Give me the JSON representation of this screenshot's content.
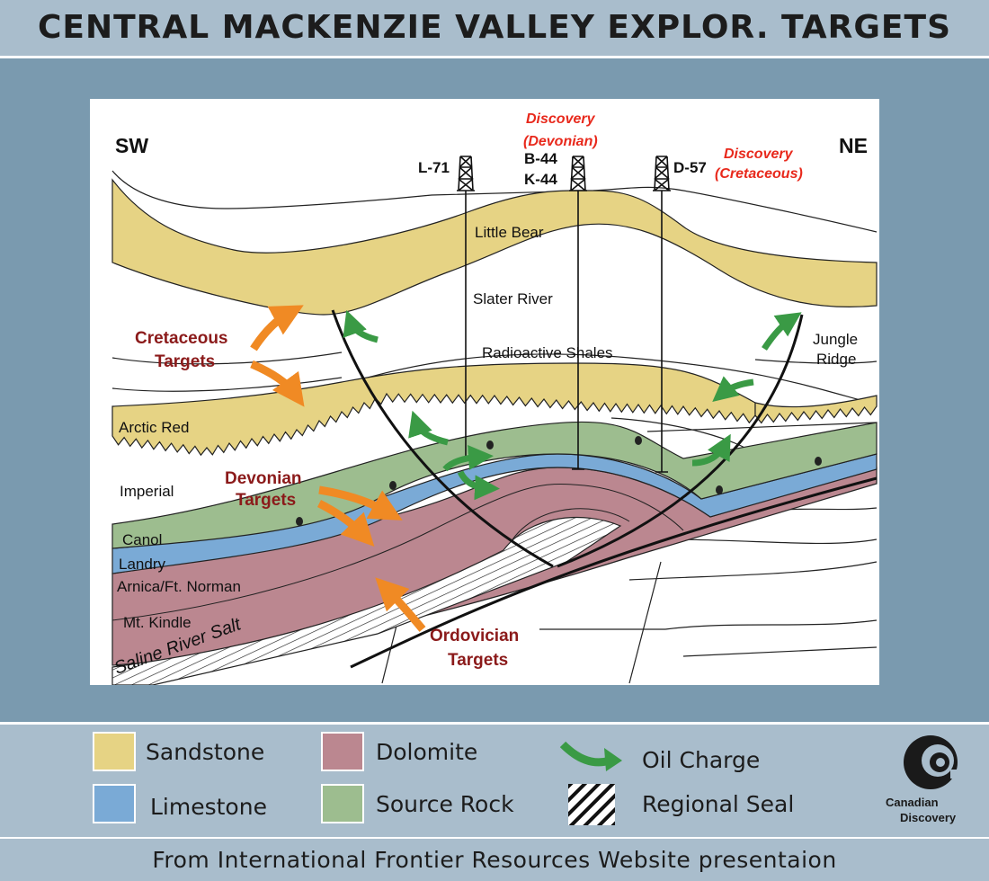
{
  "title": "CENTRAL MACKENZIE VALLEY EXPLOR. TARGETS",
  "footer": "From International Frontier Resources Website presentaion",
  "diagram": {
    "directions": {
      "left": "SW",
      "right": "NE"
    },
    "wells": [
      {
        "label": "L-71"
      },
      {
        "label": "B-44",
        "label2": "K-44"
      },
      {
        "label": "D-57"
      }
    ],
    "discoveries": [
      {
        "line1": "Discovery",
        "line2": "(Devonian)"
      },
      {
        "line1": "Discovery",
        "line2": "(Cretaceous)"
      }
    ],
    "formations": {
      "little_bear": "Little Bear",
      "slater_river": "Slater River",
      "radioactive_shales": "Radioactive Shales",
      "jungle_ridge_1": "Jungle",
      "jungle_ridge_2": "Ridge",
      "arctic_red": "Arctic Red",
      "imperial": "Imperial",
      "canol": "Canol",
      "landry": "Landry",
      "arnica": "Arnica/Ft. Norman",
      "mt_kindle": "Mt. Kindle",
      "saline_river": "Saline River Salt"
    },
    "targets": {
      "cretaceous_1": "Cretaceous",
      "cretaceous_2": "Targets",
      "devonian_1": "Devonian",
      "devonian_2": "Targets",
      "ordovician_1": "Ordovician",
      "ordovician_2": "Targets"
    }
  },
  "legend": {
    "items": [
      {
        "label": "Sandstone",
        "color": "#e6d384"
      },
      {
        "label": "Limestone",
        "color": "#7aaad6"
      },
      {
        "label": "Dolomite",
        "color": "#bb8790"
      },
      {
        "label": "Source Rock",
        "color": "#9dbd8f"
      },
      {
        "label": "Oil Charge",
        "color": "#3a9a45"
      },
      {
        "label": "Regional Seal"
      }
    ],
    "logo": {
      "line1": "Canadian",
      "line2": "Discovery"
    }
  },
  "colors": {
    "orange_arrow": "#f08a24",
    "target_text": "#8b1a1a",
    "discovery_text": "#e8291c"
  }
}
